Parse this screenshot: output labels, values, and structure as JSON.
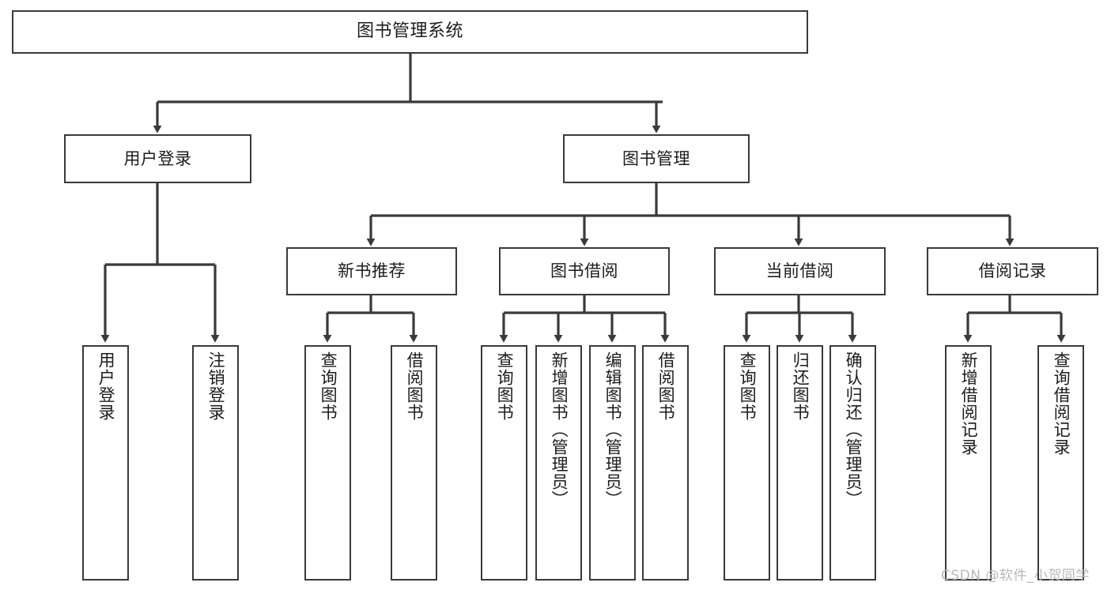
{
  "diagram": {
    "title": "图书管理系统",
    "type": "tree-hierarchy-chart",
    "root": {
      "id": "root",
      "label": "图书管理系统"
    },
    "level2": [
      {
        "id": "user-login",
        "label": "用户登录"
      },
      {
        "id": "book-manage",
        "label": "图书管理"
      }
    ],
    "level3": [
      {
        "id": "new-book-rec",
        "label": "新书推荐",
        "parent": "book-manage"
      },
      {
        "id": "book-borrow",
        "label": "图书借阅",
        "parent": "book-manage"
      },
      {
        "id": "current-borrow",
        "label": "当前借阅",
        "parent": "book-manage"
      },
      {
        "id": "borrow-record",
        "label": "借阅记录",
        "parent": "book-manage"
      }
    ],
    "leaves": [
      {
        "id": "leaf-user-login",
        "label": "用户登录",
        "parent": "user-login"
      },
      {
        "id": "leaf-logout",
        "label": "注销登录",
        "parent": "user-login"
      },
      {
        "id": "leaf-query-book-1",
        "label": "查询图书",
        "parent": "new-book-rec"
      },
      {
        "id": "leaf-borrow-book-1",
        "label": "借阅图书",
        "parent": "new-book-rec"
      },
      {
        "id": "leaf-query-book-2",
        "label": "查询图书",
        "parent": "book-borrow"
      },
      {
        "id": "leaf-add-book",
        "label": "新增图书（管理员）",
        "parent": "book-borrow"
      },
      {
        "id": "leaf-edit-book",
        "label": "编辑图书（管理员）",
        "parent": "book-borrow"
      },
      {
        "id": "leaf-borrow-book-2",
        "label": "借阅图书",
        "parent": "book-borrow"
      },
      {
        "id": "leaf-query-book-3",
        "label": "查询图书",
        "parent": "current-borrow"
      },
      {
        "id": "leaf-return-book",
        "label": "归还图书",
        "parent": "current-borrow"
      },
      {
        "id": "leaf-confirm-return",
        "label": "确认归还（管理员）",
        "parent": "current-borrow"
      },
      {
        "id": "leaf-add-record",
        "label": "新增借阅记录",
        "parent": "borrow-record"
      },
      {
        "id": "leaf-query-record",
        "label": "查询借阅记录",
        "parent": "borrow-record"
      }
    ],
    "colors": {
      "stroke": "#3a3a3a",
      "box_fill": "#ffffff",
      "text": "#1c1c1c",
      "watermark": "#b8b8b8"
    }
  },
  "watermark": {
    "text": "CSDN @软件_小贺同学"
  }
}
